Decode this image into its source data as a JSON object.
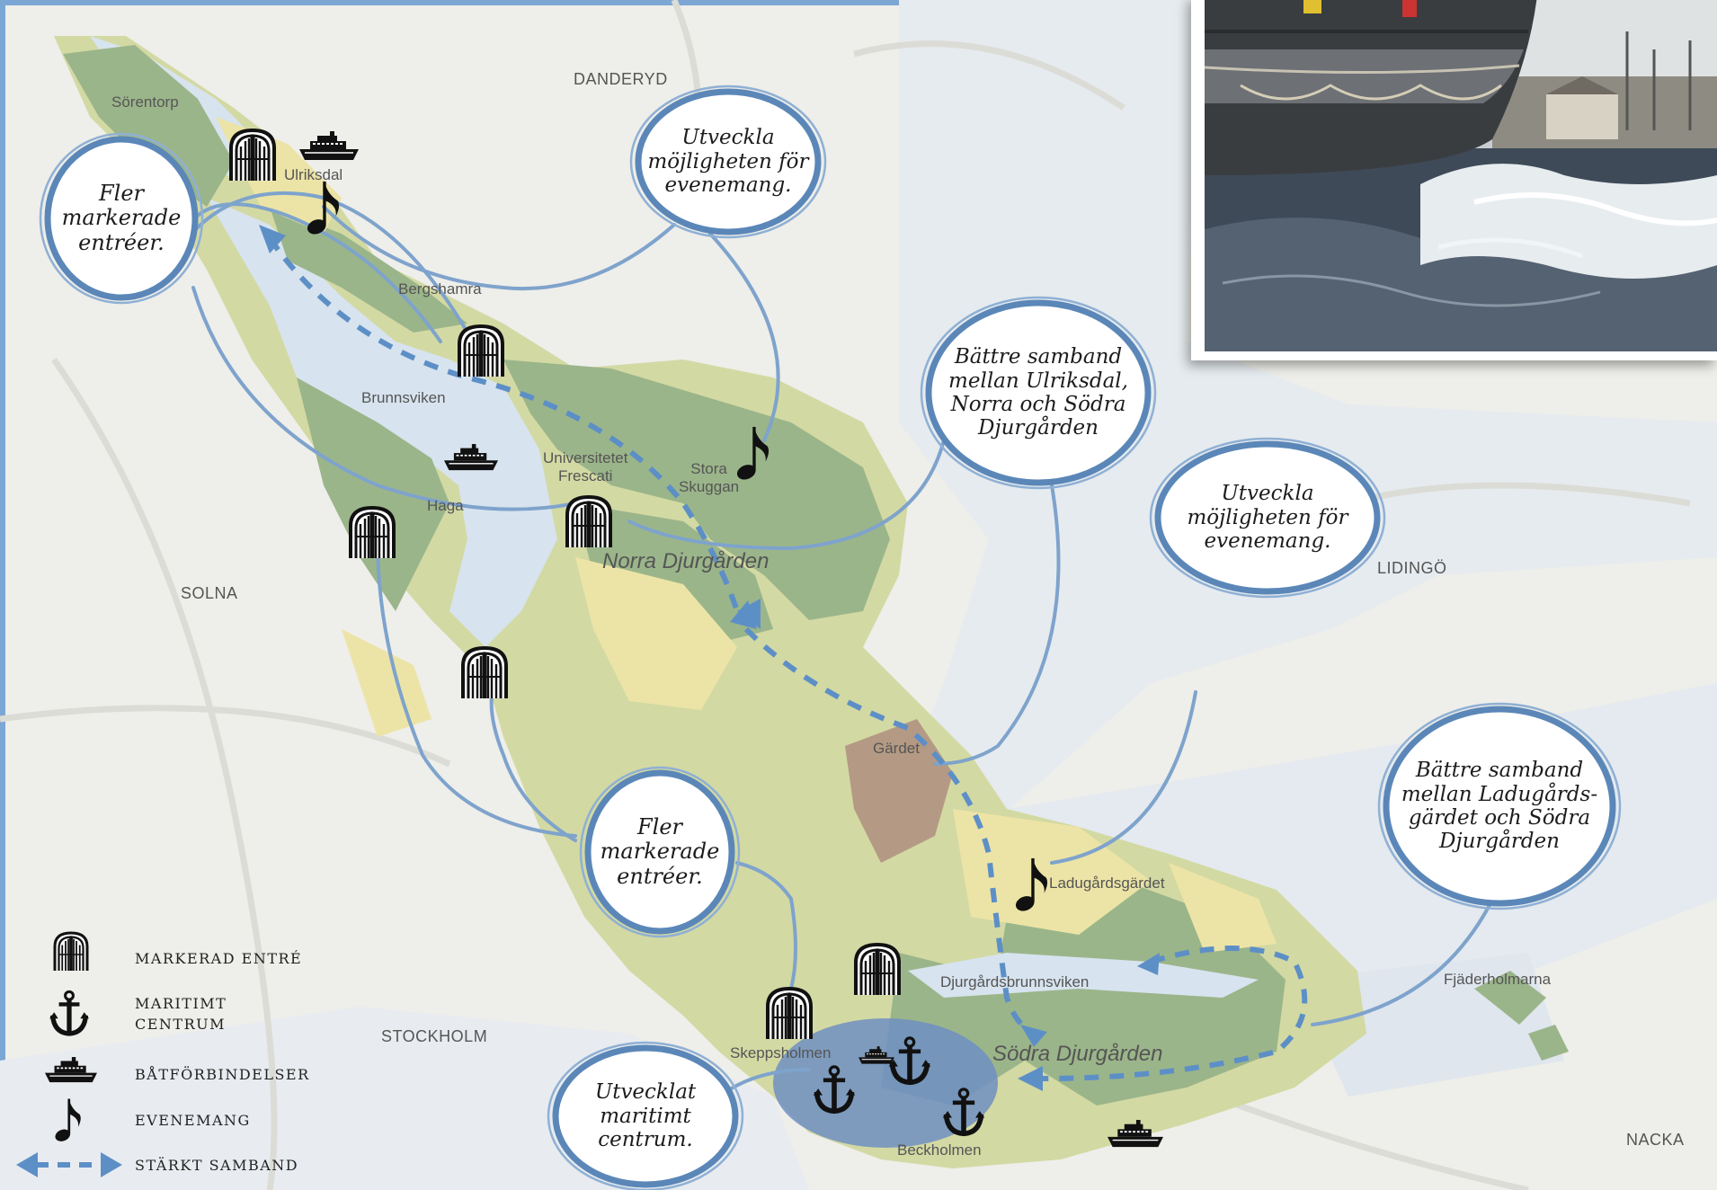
{
  "regions": {
    "danderyd": "DANDERYD",
    "solna": "SOLNA",
    "lidingo": "LIDINGÖ",
    "stockholm": "STOCKHOLM",
    "nacka": "NACKA"
  },
  "places": {
    "sorentorp": "Sörentorp",
    "ulriksdal": "Ulriksdal",
    "bergshamra": "Bergshamra",
    "brunnsviken": "Brunnsviken",
    "universitetet": "Universitetet\nFrescati",
    "stora_skuggan": "Stora\nSkuggan",
    "haga": "Haga",
    "gardet": "Gärdet",
    "ladugardsgardet": "Ladugårdsgärdet",
    "djurgardsbrunnsviken": "Djurgårdsbrunnsviken",
    "fjaderholmarna": "Fjäderholmarna",
    "skeppsholmen": "Skeppsholmen",
    "beckholmen": "Beckholmen"
  },
  "areas": {
    "norra": "Norra Djurgården",
    "sodra": "Södra Djurgården"
  },
  "callouts": {
    "fler_top": "Fler\nmarkerade\nentréer.",
    "utveckla_top": "Utveckla\nmöjligheten för\nevenemang.",
    "battre_ulriksdal": "Bättre samband\nmellan Ulriksdal,\nNorra och Södra\nDjurgården",
    "utveckla_right": "Utveckla\nmöjligheten för\nevenemang.",
    "battre_ladugard": "Bättre samband\nmellan Ladugårds-\ngärdet och Södra\nDjurgården",
    "fler_mid": "Fler\nmarkerade\nentréer.",
    "utvecklat": "Utvecklat\nmaritimt\ncentrum."
  },
  "legend": {
    "entre": "MARKERAD ENTRÉ",
    "maritimt": "MARITIMT\nCENTRUM",
    "bat": "BÅTFÖRBINDELSER",
    "evenemang": "EVENEMANG",
    "samband": "STÄRKT SAMBAND"
  },
  "colors": {
    "callout_ring": "#5b87b8",
    "connector": "#7ea3cc",
    "link_arrow": "#5d8fc7",
    "park_green": "#9bb58a",
    "urban_yellow": "#efe9b2",
    "water_blue": "#d7e3ee",
    "maritime_blue": "#6f8fc2",
    "frame_blue": "#7ca7d4"
  },
  "icons": [
    "gate-icon",
    "anchor-icon",
    "boat-icon",
    "music-note-icon",
    "dashed-arrow-icon"
  ]
}
